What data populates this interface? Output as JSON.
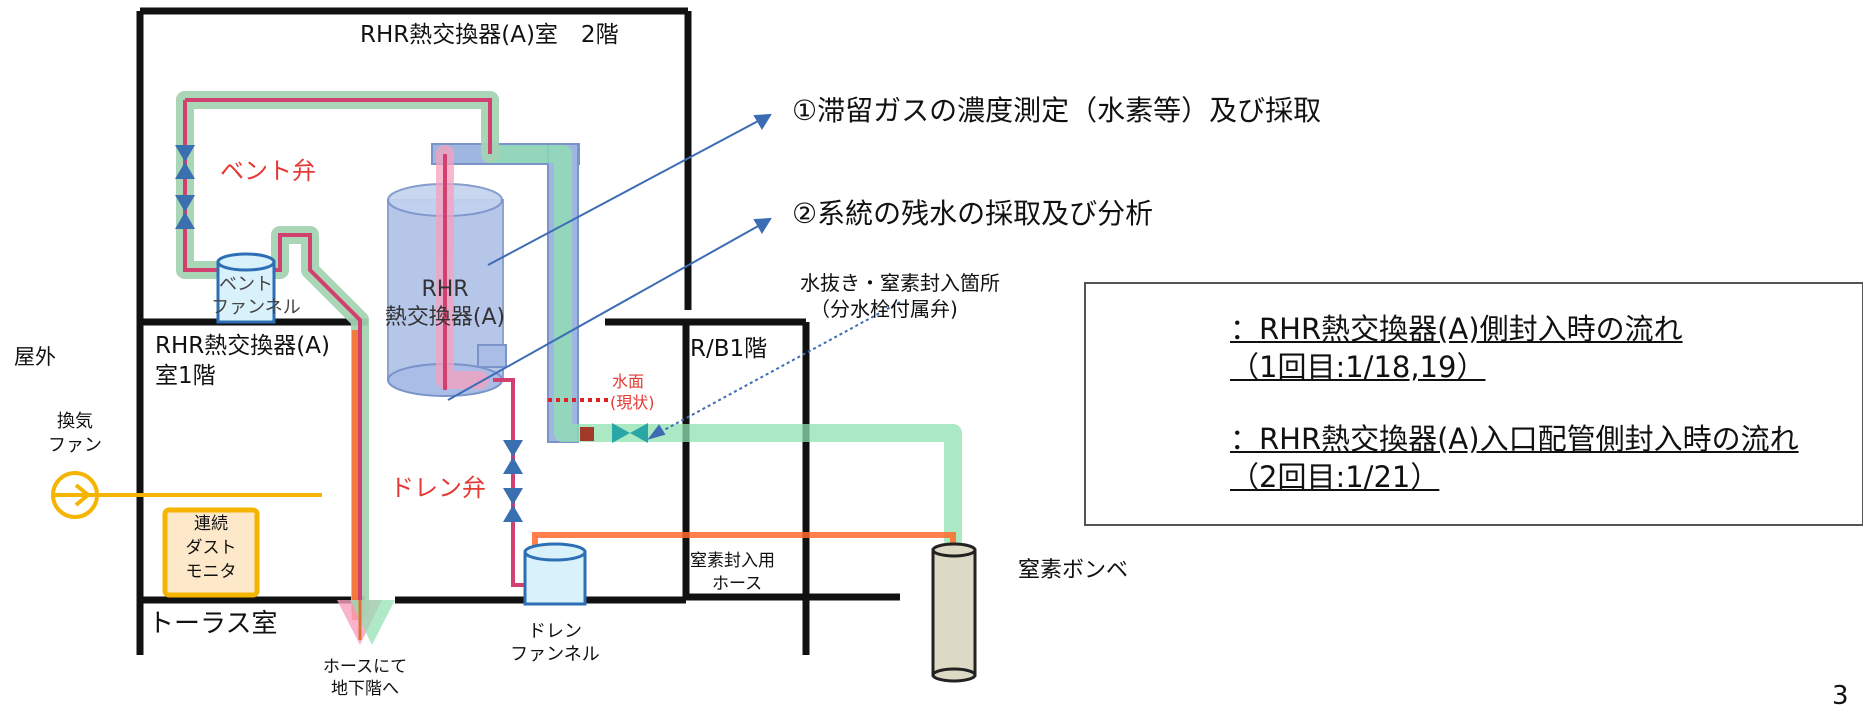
{
  "rooms": {
    "floor2": "RHR熱交換器(A)室　2階",
    "floor1_line1": "RHR熱交換器(A)",
    "floor1_line2": "室1階",
    "rb1": "R/B1階",
    "torus": "トーラス室",
    "outdoor": "屋外"
  },
  "equipment": {
    "hx_line1": "RHR",
    "hx_line2": "熱交換器(A)",
    "vent_funnel_line1": "ベント",
    "vent_funnel_line2": "ファンネル",
    "drain_funnel_line1": "ドレン",
    "drain_funnel_line2": "ファンネル",
    "fan_line1": "換気",
    "fan_line2": "ファン",
    "monitor_line1": "連続",
    "monitor_line2": "ダスト",
    "monitor_line3": "モニタ",
    "hose_line1": "窒素封入用",
    "hose_line2": "ホース",
    "nitrogen": "窒素ボンベ",
    "hose_down_line1": "ホースにて",
    "hose_down_line2": "地下階へ"
  },
  "valves": {
    "vent": "ベント弁",
    "drain": "ドレン弁"
  },
  "water_surface": {
    "line1": "水面",
    "line2": "(現状)"
  },
  "annotations": {
    "item1": "①滞留ガスの濃度測定（水素等）及び採取",
    "item2": "②系統の残水の採取及び分析",
    "injection_line1": "水抜き・窒素封入箇所",
    "injection_line2": "（分水栓付属弁)"
  },
  "legend": {
    "pink_line1": "：RHR熱交換器(A)側封入時の流れ",
    "pink_line2": "（1回目:1/18,19）",
    "green_line1": "：RHR熱交換器(A)入口配管側封入時の流れ",
    "green_line2": "（2回目:1/21）"
  },
  "page_number": "3",
  "colors": {
    "pink_flow": "#f7a1be",
    "green_flow": "#8fe0b0",
    "red_pipe": "#e06080",
    "orange_pipe": "#ff6a2a",
    "valve_blue": "#3a6fb0",
    "fan_yellow": "#f5b400",
    "hx_blue": "#8fa8d8"
  }
}
